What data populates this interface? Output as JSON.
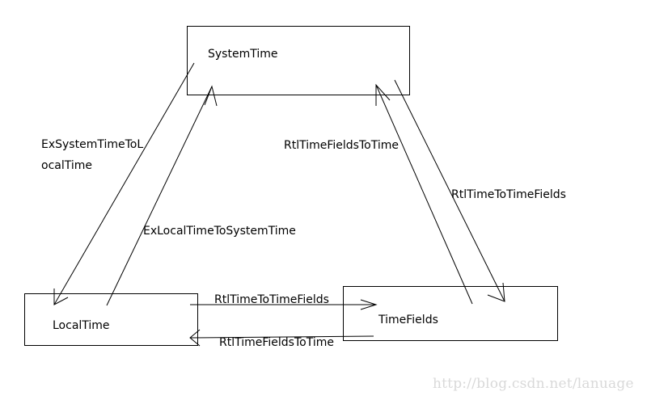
{
  "nodes": {
    "system_time": "SystemTime",
    "local_time": "LocalTime",
    "time_fields": "TimeFields"
  },
  "edges": {
    "ex_system_to_local_line1": "ExSystemTimeToL",
    "ex_system_to_local_line2": "ocalTime",
    "ex_local_to_system": "ExLocalTimeToSystemTime",
    "rtl_fields_to_time_top": "RtlTimeFieldsToTime",
    "rtl_time_to_fields_right": "RtlTimeToTimeFields",
    "rtl_time_to_fields_bottom": "RtlTimeToTimeFields",
    "rtl_fields_to_time_bottom": "RtlTimeFieldsToTime"
  },
  "watermark": "http://blog.csdn.net/lanuage",
  "colors": {
    "line": "#000000",
    "watermark": "#d9d9d9"
  }
}
